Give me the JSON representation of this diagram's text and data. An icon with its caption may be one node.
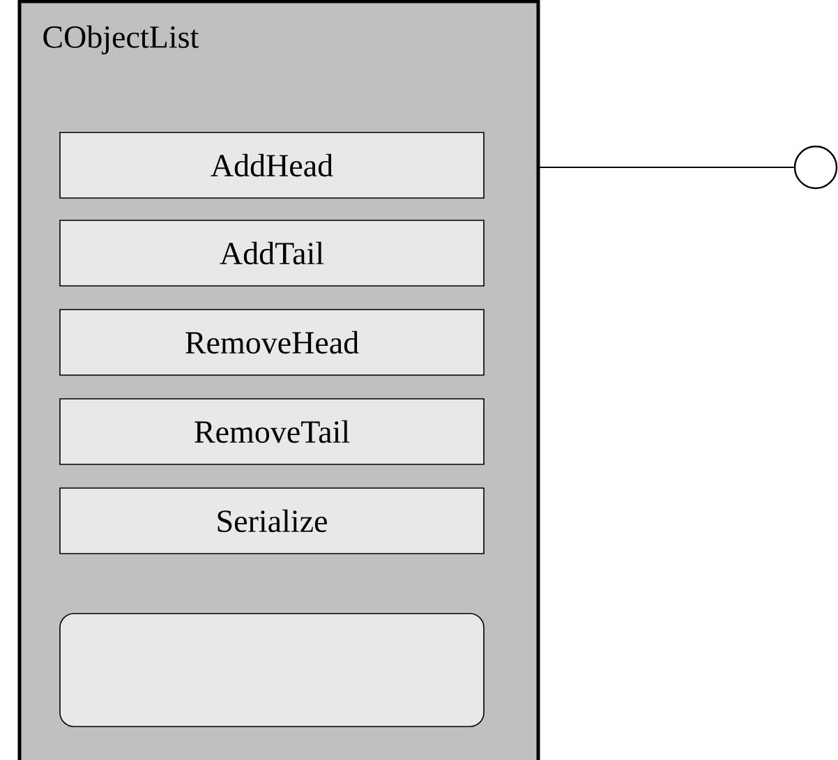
{
  "diagram": {
    "nodes": [
      {
        "text": [
          "CObjectList"
        ]
      },
      {
        "text": [
          "AddHead"
        ],
        "in": 0
      },
      {
        "text": [
          "AddTail"
        ],
        "in": 0
      },
      {
        "text": [
          "RemoveHead"
        ],
        "in": 0
      },
      {
        "text": [
          "RemoveTail"
        ],
        "in": 0
      },
      {
        "text": [
          "Serialize"
        ],
        "in": 0
      },
      {
        "text": [],
        "shape": "box",
        "in": 0
      },
      {
        "text": [],
        "shape": "circle"
      }
    ],
    "edges": [
      {
        "from": 0,
        "to": 7,
        "arrow": "none"
      }
    ]
  }
}
